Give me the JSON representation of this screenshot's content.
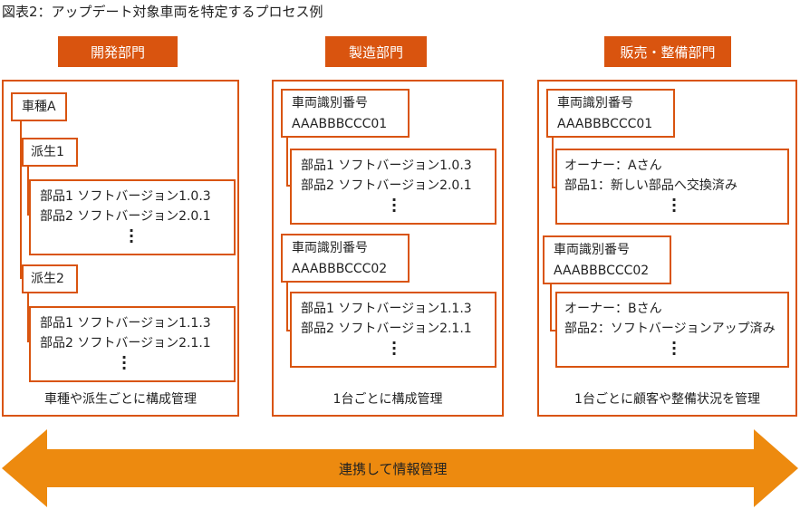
{
  "title": "図表2：アップデート対象車両を特定するプロセス例",
  "departments": [
    "開発部門",
    "製造部門",
    "販売・整備部門"
  ],
  "development": {
    "model": "車種A",
    "derivatives": [
      {
        "name": "派生1",
        "parts": [
          "部品1 ソフトバージョン1.0.3",
          "部品2 ソフトバージョン2.0.1"
        ]
      },
      {
        "name": "派生2",
        "parts": [
          "部品1 ソフトバージョン1.1.3",
          "部品2 ソフトバージョン2.1.1"
        ]
      }
    ],
    "caption": "車種や派生ごとに構成管理"
  },
  "manufacturing": {
    "vehicles": [
      {
        "id_label": "車両識別番号",
        "id": "AAABBBCCC01",
        "parts": [
          "部品1 ソフトバージョン1.0.3",
          "部品2 ソフトバージョン2.0.1"
        ]
      },
      {
        "id_label": "車両識別番号",
        "id": "AAABBBCCC02",
        "parts": [
          "部品1 ソフトバージョン1.1.3",
          "部品2 ソフトバージョン2.1.1"
        ]
      }
    ],
    "caption": "1台ごとに構成管理"
  },
  "sales": {
    "vehicles": [
      {
        "id_label": "車両識別番号",
        "id": "AAABBBCCC01",
        "info": [
          "オーナー：Aさん",
          "部品1：新しい部品へ交換済み"
        ]
      },
      {
        "id_label": "車両識別番号",
        "id": "AAABBBCCC02",
        "info": [
          "オーナー：Bさん",
          "部品2：ソフトバージョンアップ済み"
        ]
      }
    ],
    "caption": "1台ごとに顧客や整備状況を管理"
  },
  "arrow_label": "連携して情報管理",
  "colors": {
    "accent": "#d9540f",
    "arrow": "#ed8a0f"
  }
}
